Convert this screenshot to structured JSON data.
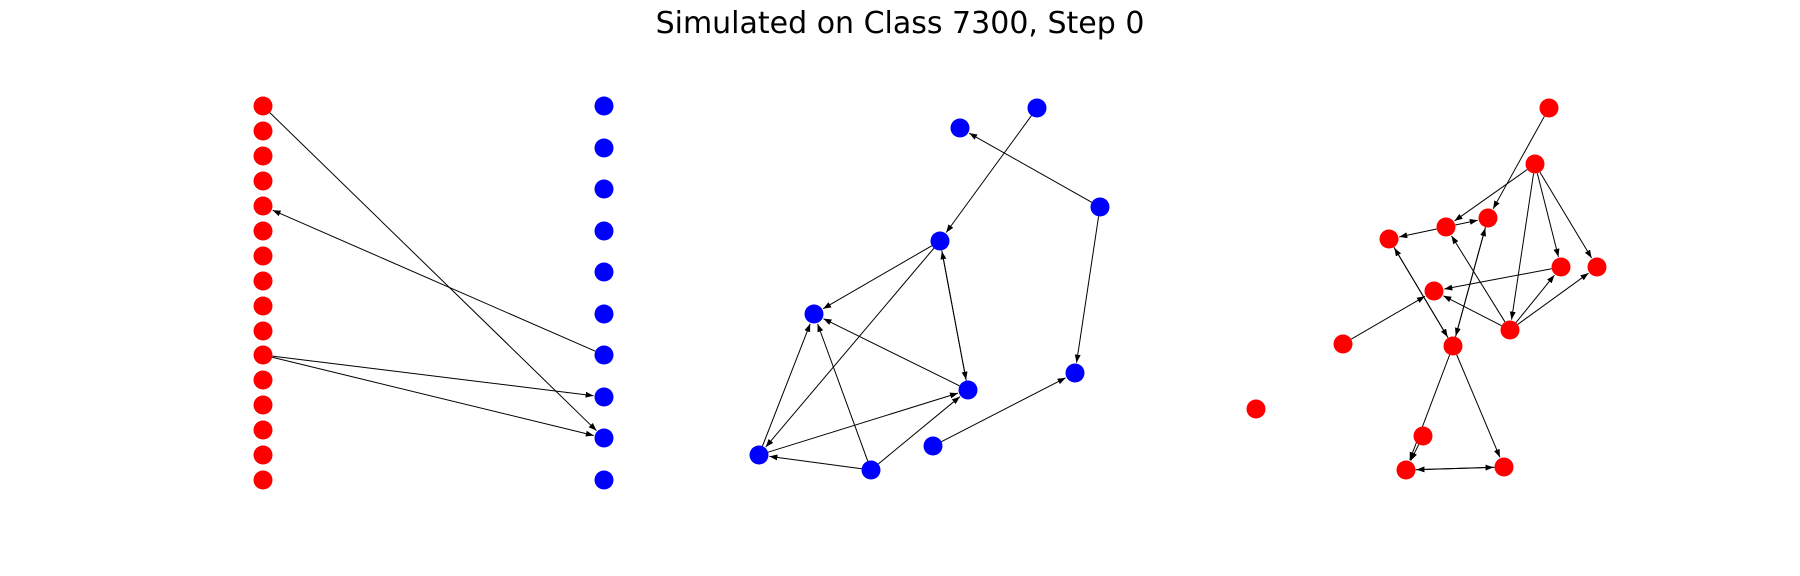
{
  "title": "Simulated on Class 7300, Step 0",
  "colors": {
    "red_node": "#ff0000",
    "blue_node": "#0000ff",
    "edge": "#000000",
    "background": "#ffffff"
  },
  "panels": [
    {
      "name": "bipartite",
      "nodes": [
        {
          "id": "r0",
          "color": "red"
        },
        {
          "id": "r1",
          "color": "red"
        },
        {
          "id": "r2",
          "color": "red"
        },
        {
          "id": "r3",
          "color": "red"
        },
        {
          "id": "r4",
          "color": "red"
        },
        {
          "id": "r5",
          "color": "red"
        },
        {
          "id": "r6",
          "color": "red"
        },
        {
          "id": "r7",
          "color": "red"
        },
        {
          "id": "r8",
          "color": "red"
        },
        {
          "id": "r9",
          "color": "red"
        },
        {
          "id": "r10",
          "color": "red"
        },
        {
          "id": "r11",
          "color": "red"
        },
        {
          "id": "r12",
          "color": "red"
        },
        {
          "id": "r13",
          "color": "red"
        },
        {
          "id": "r14",
          "color": "red"
        },
        {
          "id": "r15",
          "color": "red"
        },
        {
          "id": "b0",
          "color": "blue"
        },
        {
          "id": "b1",
          "color": "blue"
        },
        {
          "id": "b2",
          "color": "blue"
        },
        {
          "id": "b3",
          "color": "blue"
        },
        {
          "id": "b4",
          "color": "blue"
        },
        {
          "id": "b5",
          "color": "blue"
        },
        {
          "id": "b6",
          "color": "blue"
        },
        {
          "id": "b7",
          "color": "blue"
        },
        {
          "id": "b8",
          "color": "blue"
        },
        {
          "id": "b9",
          "color": "blue"
        }
      ],
      "edges": [
        [
          "r0",
          "b8"
        ],
        [
          "b6",
          "r4"
        ],
        [
          "r10",
          "b7"
        ],
        [
          "r10",
          "b8"
        ]
      ]
    },
    {
      "name": "blue-graph",
      "nodes": [
        {
          "id": "g0",
          "color": "blue"
        },
        {
          "id": "g1",
          "color": "blue"
        },
        {
          "id": "g2",
          "color": "blue"
        },
        {
          "id": "g3",
          "color": "blue"
        },
        {
          "id": "g4",
          "color": "blue"
        },
        {
          "id": "g5",
          "color": "blue"
        },
        {
          "id": "g6",
          "color": "blue"
        },
        {
          "id": "g7",
          "color": "blue"
        },
        {
          "id": "g8",
          "color": "blue"
        },
        {
          "id": "g9",
          "color": "blue"
        }
      ],
      "edges": [
        [
          "g1",
          "g4"
        ],
        [
          "g2",
          "g0"
        ],
        [
          "g2",
          "g5"
        ],
        [
          "g4",
          "g3"
        ],
        [
          "g4",
          "g6"
        ],
        [
          "g4",
          "g7"
        ],
        [
          "g6",
          "g4"
        ],
        [
          "g6",
          "g3"
        ],
        [
          "g8",
          "g3"
        ],
        [
          "g8",
          "g7"
        ],
        [
          "g8",
          "g6"
        ],
        [
          "g7",
          "g3"
        ],
        [
          "g7",
          "g6"
        ],
        [
          "g9",
          "g5"
        ]
      ]
    },
    {
      "name": "red-graph",
      "nodes": [
        {
          "id": "h0",
          "color": "red"
        },
        {
          "id": "h1",
          "color": "red"
        },
        {
          "id": "h2",
          "color": "red"
        },
        {
          "id": "h3",
          "color": "red"
        },
        {
          "id": "h4",
          "color": "red"
        },
        {
          "id": "h5",
          "color": "red"
        },
        {
          "id": "h6",
          "color": "red"
        },
        {
          "id": "h7",
          "color": "red"
        },
        {
          "id": "h8",
          "color": "red"
        },
        {
          "id": "h9",
          "color": "red"
        },
        {
          "id": "h10",
          "color": "red"
        },
        {
          "id": "h11",
          "color": "red"
        },
        {
          "id": "h12",
          "color": "red"
        },
        {
          "id": "h13",
          "color": "red"
        },
        {
          "id": "h14",
          "color": "red"
        }
      ],
      "edges": [
        [
          "h0",
          "h2"
        ],
        [
          "h1",
          "h3"
        ],
        [
          "h1",
          "h5"
        ],
        [
          "h1",
          "h6"
        ],
        [
          "h1",
          "h10"
        ],
        [
          "h3",
          "h4"
        ],
        [
          "h4",
          "h9"
        ],
        [
          "h9",
          "h4"
        ],
        [
          "h2",
          "h9"
        ],
        [
          "h9",
          "h2"
        ],
        [
          "h5",
          "h7"
        ],
        [
          "h10",
          "h7"
        ],
        [
          "h10",
          "h5"
        ],
        [
          "h10",
          "h6"
        ],
        [
          "h10",
          "h3"
        ],
        [
          "h11",
          "h7"
        ],
        [
          "h9",
          "h12"
        ],
        [
          "h9",
          "h14"
        ],
        [
          "h13",
          "h12"
        ],
        [
          "h12",
          "h14"
        ],
        [
          "h14",
          "h12"
        ],
        [
          "h3",
          "h2"
        ]
      ]
    }
  ]
}
